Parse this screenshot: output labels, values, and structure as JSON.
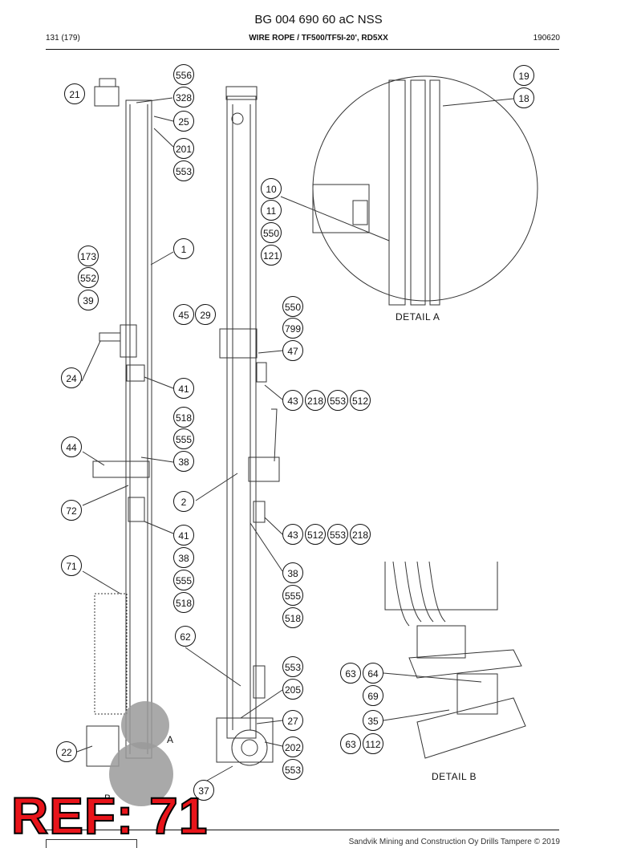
{
  "header": {
    "doc_title": "BG 004 690 60 aC NSS",
    "page": "131 (179)",
    "section_title": "WIRE ROPE / TF500/TF5I-20', RD5XX",
    "date_code": "190620"
  },
  "callouts": [
    {
      "id": "556",
      "text": "556"
    },
    {
      "id": "328",
      "text": "328"
    },
    {
      "id": "21",
      "text": "21"
    },
    {
      "id": "25",
      "text": "25"
    },
    {
      "id": "201",
      "text": "201"
    },
    {
      "id": "553a",
      "text": "553"
    },
    {
      "id": "1",
      "text": "1"
    },
    {
      "id": "173",
      "text": "173"
    },
    {
      "id": "552",
      "text": "552"
    },
    {
      "id": "39",
      "text": "39"
    },
    {
      "id": "45",
      "text": "45"
    },
    {
      "id": "29",
      "text": "29"
    },
    {
      "id": "24",
      "text": "24"
    },
    {
      "id": "41a",
      "text": "41"
    },
    {
      "id": "518a",
      "text": "518"
    },
    {
      "id": "555a",
      "text": "555"
    },
    {
      "id": "44",
      "text": "44"
    },
    {
      "id": "38a",
      "text": "38"
    },
    {
      "id": "2",
      "text": "2"
    },
    {
      "id": "72",
      "text": "72"
    },
    {
      "id": "41b",
      "text": "41"
    },
    {
      "id": "38b",
      "text": "38"
    },
    {
      "id": "555b",
      "text": "555"
    },
    {
      "id": "518b",
      "text": "518"
    },
    {
      "id": "71",
      "text": "71"
    },
    {
      "id": "62",
      "text": "62"
    },
    {
      "id": "22",
      "text": "22"
    },
    {
      "id": "37",
      "text": "37"
    },
    {
      "id": "10",
      "text": "10"
    },
    {
      "id": "11",
      "text": "11"
    },
    {
      "id": "550a",
      "text": "550"
    },
    {
      "id": "121",
      "text": "121"
    },
    {
      "id": "550b",
      "text": "550"
    },
    {
      "id": "799",
      "text": "799"
    },
    {
      "id": "47",
      "text": "47"
    },
    {
      "id": "43a",
      "text": "43"
    },
    {
      "id": "218a",
      "text": "218"
    },
    {
      "id": "553b",
      "text": "553"
    },
    {
      "id": "512a",
      "text": "512"
    },
    {
      "id": "43b",
      "text": "43"
    },
    {
      "id": "512b",
      "text": "512"
    },
    {
      "id": "553c",
      "text": "553"
    },
    {
      "id": "218b",
      "text": "218"
    },
    {
      "id": "38c",
      "text": "38"
    },
    {
      "id": "555c",
      "text": "555"
    },
    {
      "id": "518c",
      "text": "518"
    },
    {
      "id": "553d",
      "text": "553"
    },
    {
      "id": "205",
      "text": "205"
    },
    {
      "id": "27",
      "text": "27"
    },
    {
      "id": "202",
      "text": "202"
    },
    {
      "id": "553e",
      "text": "553"
    },
    {
      "id": "19",
      "text": "19"
    },
    {
      "id": "18",
      "text": "18"
    },
    {
      "id": "63a",
      "text": "63"
    },
    {
      "id": "64",
      "text": "64"
    },
    {
      "id": "69",
      "text": "69"
    },
    {
      "id": "35",
      "text": "35"
    },
    {
      "id": "63b",
      "text": "63"
    },
    {
      "id": "112",
      "text": "112"
    }
  ],
  "labels": {
    "detail_a": "DETAIL  A",
    "detail_b": "DETAIL  B",
    "marker_a": "A",
    "marker_b": "B"
  },
  "ref_stamp": "REF: 71",
  "footer": {
    "copyright": "Sandvik Mining and Construction Oy Drills Tampere © 2019"
  }
}
